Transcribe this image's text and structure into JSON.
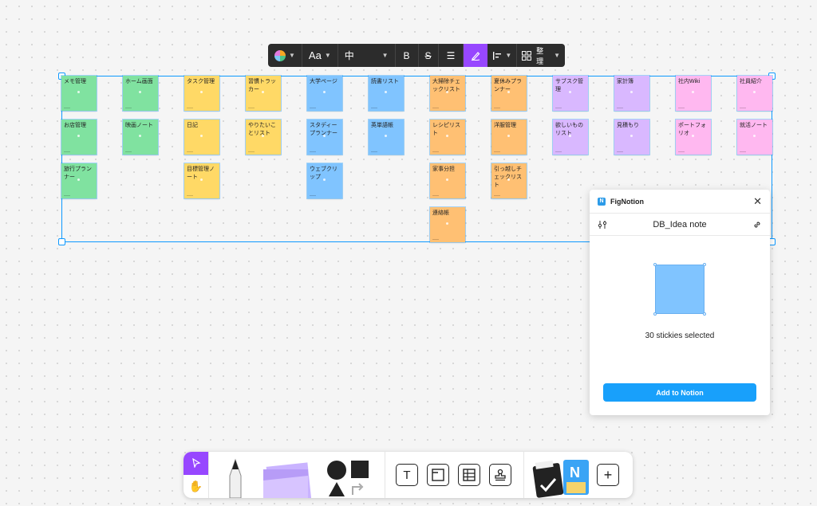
{
  "toolbar": {
    "font_label": "Aa",
    "size_label": "中",
    "bold_label": "B",
    "strike_label": "S",
    "list_label": "☰",
    "arrange_label": "整理"
  },
  "colors": {
    "green": "#80e2a0",
    "yellow": "#ffd966",
    "blue": "#80c4ff",
    "orange": "#ffc073",
    "purple": "#d9b8ff",
    "pink": "#ffb8f0",
    "accent": "#0d99ff"
  },
  "stickies": [
    {
      "text": "メモ管理",
      "color": "green"
    },
    {
      "text": "お店管理",
      "color": "green"
    },
    {
      "text": "旅行プランナー",
      "color": "green"
    },
    {
      "text": "ホーム画面",
      "color": "green"
    },
    {
      "text": "映画ノート",
      "color": "green"
    },
    {
      "text": "タスク管理",
      "color": "yellow"
    },
    {
      "text": "日記",
      "color": "yellow"
    },
    {
      "text": "目標管理ノート",
      "color": "yellow"
    },
    {
      "text": "習慣トラッカー",
      "color": "yellow"
    },
    {
      "text": "やりたいことリスト",
      "color": "yellow"
    },
    {
      "text": "大学ページ",
      "color": "blue"
    },
    {
      "text": "スタディープランナー",
      "color": "blue"
    },
    {
      "text": "ウェブクリップ",
      "color": "blue"
    },
    {
      "text": "読書リスト",
      "color": "blue"
    },
    {
      "text": "英単語帳",
      "color": "blue"
    },
    {
      "text": "大掃除チェックリスト",
      "color": "orange"
    },
    {
      "text": "レシピリスト",
      "color": "orange"
    },
    {
      "text": "家事分担",
      "color": "orange"
    },
    {
      "text": "連絡帳",
      "color": "orange"
    },
    {
      "text": "夏休みプランナー",
      "color": "orange"
    },
    {
      "text": "洋服管理",
      "color": "orange"
    },
    {
      "text": "引っ越しチェックリスト",
      "color": "orange"
    },
    {
      "text": "サブスク管理",
      "color": "purple"
    },
    {
      "text": "欲しいものリスト",
      "color": "purple"
    },
    {
      "text": "家計簿",
      "color": "purple"
    },
    {
      "text": "見積もり",
      "color": "purple"
    },
    {
      "text": "社内Wiki",
      "color": "pink"
    },
    {
      "text": "ポートフォリオ",
      "color": "pink"
    },
    {
      "text": "社員紹介",
      "color": "pink"
    },
    {
      "text": "就活ノート",
      "color": "pink"
    }
  ],
  "panel": {
    "app_name": "FigNotion",
    "db_name": "DB_Idea note",
    "selected_count_text": "30 stickies selected",
    "add_button_label": "Add to Notion"
  },
  "bottom_toolbar": {
    "text_tool_label": "T"
  }
}
